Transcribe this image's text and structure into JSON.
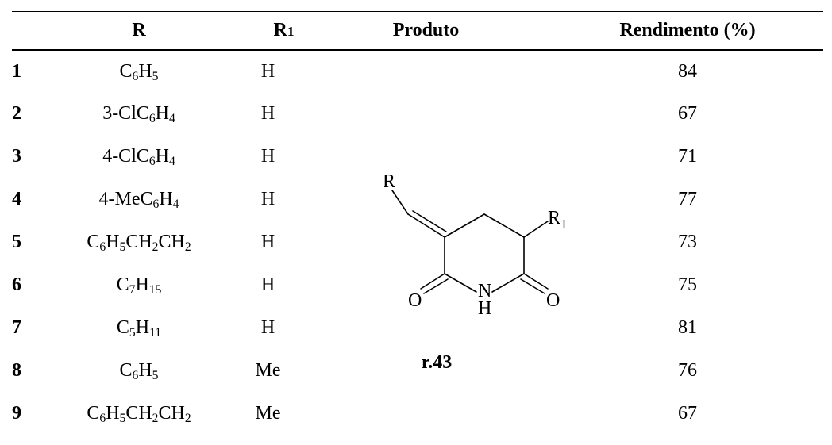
{
  "table": {
    "headers": {
      "index": "",
      "r": "R",
      "r1": "R",
      "r1_sub": "1",
      "produto": "Produto",
      "rendimento": "Rendimento (%)"
    },
    "rows": [
      {
        "index": "1",
        "r": [
          [
            "C",
            ""
          ],
          [
            "6",
            "sub"
          ],
          [
            "H",
            ""
          ],
          [
            "5",
            "sub"
          ]
        ],
        "r1": "H",
        "rendimento": "84"
      },
      {
        "index": "2",
        "r": [
          [
            "3-ClC",
            ""
          ],
          [
            "6",
            "sub"
          ],
          [
            "H",
            ""
          ],
          [
            "4",
            "sub"
          ]
        ],
        "r1": "H",
        "rendimento": "67"
      },
      {
        "index": "3",
        "r": [
          [
            "4-ClC",
            ""
          ],
          [
            "6",
            "sub"
          ],
          [
            "H",
            ""
          ],
          [
            "4",
            "sub"
          ]
        ],
        "r1": "H",
        "rendimento": "71"
      },
      {
        "index": "4",
        "r": [
          [
            "4-MeC",
            ""
          ],
          [
            "6",
            "sub"
          ],
          [
            "H",
            ""
          ],
          [
            "4",
            "sub"
          ]
        ],
        "r1": "H",
        "rendimento": "77"
      },
      {
        "index": "5",
        "r": [
          [
            "C",
            ""
          ],
          [
            "6",
            "sub"
          ],
          [
            "H",
            ""
          ],
          [
            "5",
            "sub"
          ],
          [
            "CH",
            ""
          ],
          [
            "2",
            "sub"
          ],
          [
            "CH",
            ""
          ],
          [
            "2",
            "sub"
          ]
        ],
        "r1": "H",
        "rendimento": "73"
      },
      {
        "index": "6",
        "r": [
          [
            "C",
            ""
          ],
          [
            "7",
            "sub"
          ],
          [
            "H",
            ""
          ],
          [
            "15",
            "sub"
          ]
        ],
        "r1": "H",
        "rendimento": "75"
      },
      {
        "index": "7",
        "r": [
          [
            "C",
            ""
          ],
          [
            "5",
            "sub"
          ],
          [
            "H",
            ""
          ],
          [
            "11",
            "sub"
          ]
        ],
        "r1": "H",
        "rendimento": "81"
      },
      {
        "index": "8",
        "r": [
          [
            "C",
            ""
          ],
          [
            "6",
            "sub"
          ],
          [
            "H",
            ""
          ],
          [
            "5",
            "sub"
          ]
        ],
        "r1": "Me",
        "rendimento": "76"
      },
      {
        "index": "9",
        "r": [
          [
            "C",
            ""
          ],
          [
            "6",
            "sub"
          ],
          [
            "H",
            ""
          ],
          [
            "5",
            "sub"
          ],
          [
            "CH",
            ""
          ],
          [
            "2",
            "sub"
          ],
          [
            "CH",
            ""
          ],
          [
            "2",
            "sub"
          ]
        ],
        "r1": "Me",
        "rendimento": "67"
      }
    ]
  },
  "structure": {
    "atom_r": "R",
    "atom_r1": "R",
    "atom_r1_sub": "1",
    "atom_o_left": "O",
    "atom_o_right": "O",
    "atom_n": "N",
    "atom_h": "H",
    "compound_label": "r.43"
  }
}
